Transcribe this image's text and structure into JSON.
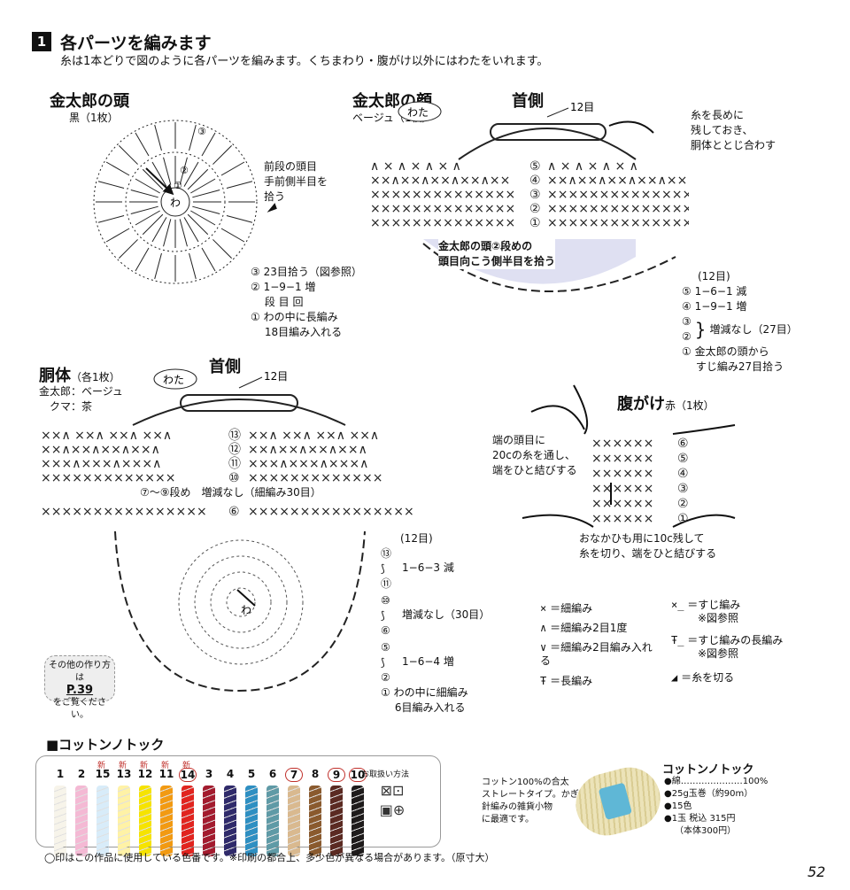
{
  "header": {
    "step_number": "1",
    "title": "各パーツを編みます",
    "description": "糸は1本どりで図のように各パーツを編みます。くちまわり・腹がけ以外にはわたをいれます。"
  },
  "head": {
    "title": "金太郎の頭",
    "subtitle": "黒（1枚）",
    "note_front": [
      "前段の頭目",
      "手前側半目を",
      "拾う"
    ],
    "steps": [
      "③ 23目拾う（図参照）",
      "② 1−9−1 増",
      "　 段 目 回",
      "① わの中に長編み",
      "　 18目編み入れる"
    ],
    "center": "わ"
  },
  "face": {
    "title": "金太郎の顔",
    "subtitle": "ベージュ（1枚）",
    "neck": "首側",
    "cotton": "わた",
    "count": "12目",
    "thread_note": [
      "糸を長めに",
      "残しておき、",
      "胴体ととじ合わす"
    ],
    "pickup_note": [
      "金太郎の頭②段めの",
      "頭目向こう側半目を拾う"
    ],
    "row_labels": [
      "⑤",
      "④",
      "③",
      "②",
      "①"
    ],
    "steps": [
      "(12目)",
      "⑤ 1−6−1 減",
      "④ 1−9−1 増",
      "③",
      "②",
      "増減なし（27目）",
      "① 金太郎の頭から",
      "　 すじ編み27目拾う"
    ]
  },
  "body": {
    "title": "胴体",
    "subtitle": "（各1枚）",
    "colors": [
      "金太郎：ベージュ",
      "クマ：茶"
    ],
    "neck": "首側",
    "cotton": "わた",
    "count": "12目",
    "row_labels": [
      "⑬",
      "⑫",
      "⑪",
      "⑩",
      "⑥"
    ],
    "mid_note": "⑦〜⑨段め　増減なし（細編み30目）",
    "center": "わ",
    "steps": [
      "(12目)",
      "⑬",
      "1−6−3 減",
      "⑪",
      "⑩",
      "増減なし（30目）",
      "⑥",
      "⑤",
      "1−6−4 増",
      "②",
      "① わの中に細編み",
      "　 6目編み入れる"
    ],
    "other_ref": [
      "その他の作り方は",
      "P.39",
      "をご覧ください。"
    ]
  },
  "belly": {
    "title": "腹がけ",
    "subtitle": "赤（1枚）",
    "note_top": [
      "端の頭目に",
      "20cの糸を通し、",
      "端をひと結びする"
    ],
    "note_bottom": [
      "おなかひも用に10c残して",
      "糸を切り、端をひと結びする"
    ],
    "row_labels": [
      "⑥",
      "⑤",
      "④",
      "③",
      "②",
      "①"
    ]
  },
  "legend": [
    {
      "sym": "×",
      "text": "＝細編み"
    },
    {
      "sym": "∧",
      "text": "＝細編み2目1度"
    },
    {
      "sym": "∨",
      "text": "＝細編み2目編み入れる"
    },
    {
      "sym": "Ŧ",
      "text": "＝長編み"
    },
    {
      "sym": "×̲",
      "text": "＝すじ編み",
      "sub": "※図参照"
    },
    {
      "sym": "Ŧ̲",
      "text": "＝すじ編みの長編み",
      "sub": "※図参照"
    },
    {
      "sym": "◢",
      "text": "＝糸を切る"
    }
  ],
  "yarn": {
    "section_title": "■コットンノトック",
    "new_label": "新",
    "numbers": [
      "1",
      "2",
      "15",
      "13",
      "12",
      "11",
      "14",
      "3",
      "4",
      "5",
      "6",
      "7",
      "8",
      "9",
      "10"
    ],
    "circled": [
      "14",
      "7",
      "9",
      "10"
    ],
    "new_items": [
      "15",
      "13",
      "12",
      "11",
      "14"
    ],
    "colors": [
      "#f7f4ea",
      "#f4b9d4",
      "#d8ecf9",
      "#fff2a6",
      "#f6e300",
      "#f29a12",
      "#e1241f",
      "#a31b2e",
      "#2f2a6a",
      "#2e8fc2",
      "#5f9aa6",
      "#d9b98f",
      "#8a5a2e",
      "#5b2a22",
      "#1e1b1b"
    ],
    "care_title": "お取扱い方法",
    "footnote": "◯印はこの作品に使用している色番です。※印刷の都合上、多少色が異なる場合があります。（原寸大）",
    "product_desc": [
      "コットン100%の合太",
      "ストレートタイプ。かぎ",
      "針編みの雑貨小物",
      "に最適です。"
    ],
    "product_name": "コットンノトック",
    "specs": [
      "●綿…………………100%",
      "●25g玉巻（約90m）",
      "●15色",
      "●1玉 税込 315円",
      "（本体300円）"
    ]
  },
  "page_number": "52"
}
